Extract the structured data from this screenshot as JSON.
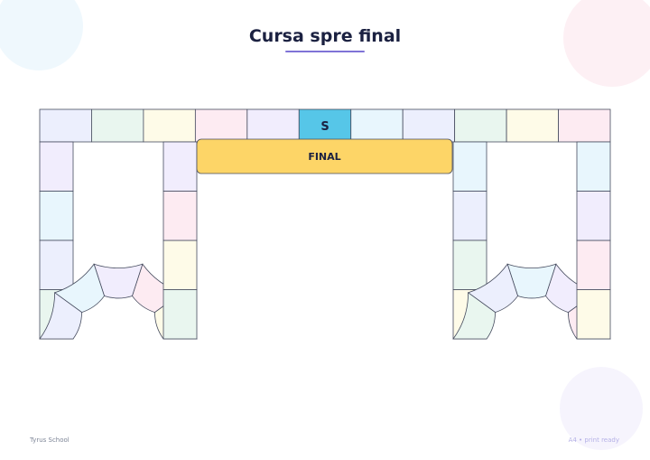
{
  "title": "Cursa spre final",
  "start_label": "S",
  "final_label": "FINAL",
  "footer": {
    "school": "Tyrus School",
    "note": "A4 • print ready"
  },
  "colors": {
    "title": "#1b2141",
    "underline": "#7f73d6",
    "start_cell": "#56c6e8",
    "final_banner": "#fdd567",
    "cell_border": "#454b5e",
    "cell_palette": [
      "#eceffd",
      "#e9f6ef",
      "#fefbe8",
      "#fdebf2",
      "#f1edfd",
      "#e8f6fd"
    ]
  },
  "board": {
    "top_row_cells": 11,
    "start_cell_index": 5,
    "left_loop": {
      "down_cells": 4,
      "bottom_arc_cells": 5,
      "up_cells": 4
    },
    "right_loop": {
      "down_cells": 4,
      "bottom_arc_cells": 5,
      "up_cells": 4
    }
  }
}
